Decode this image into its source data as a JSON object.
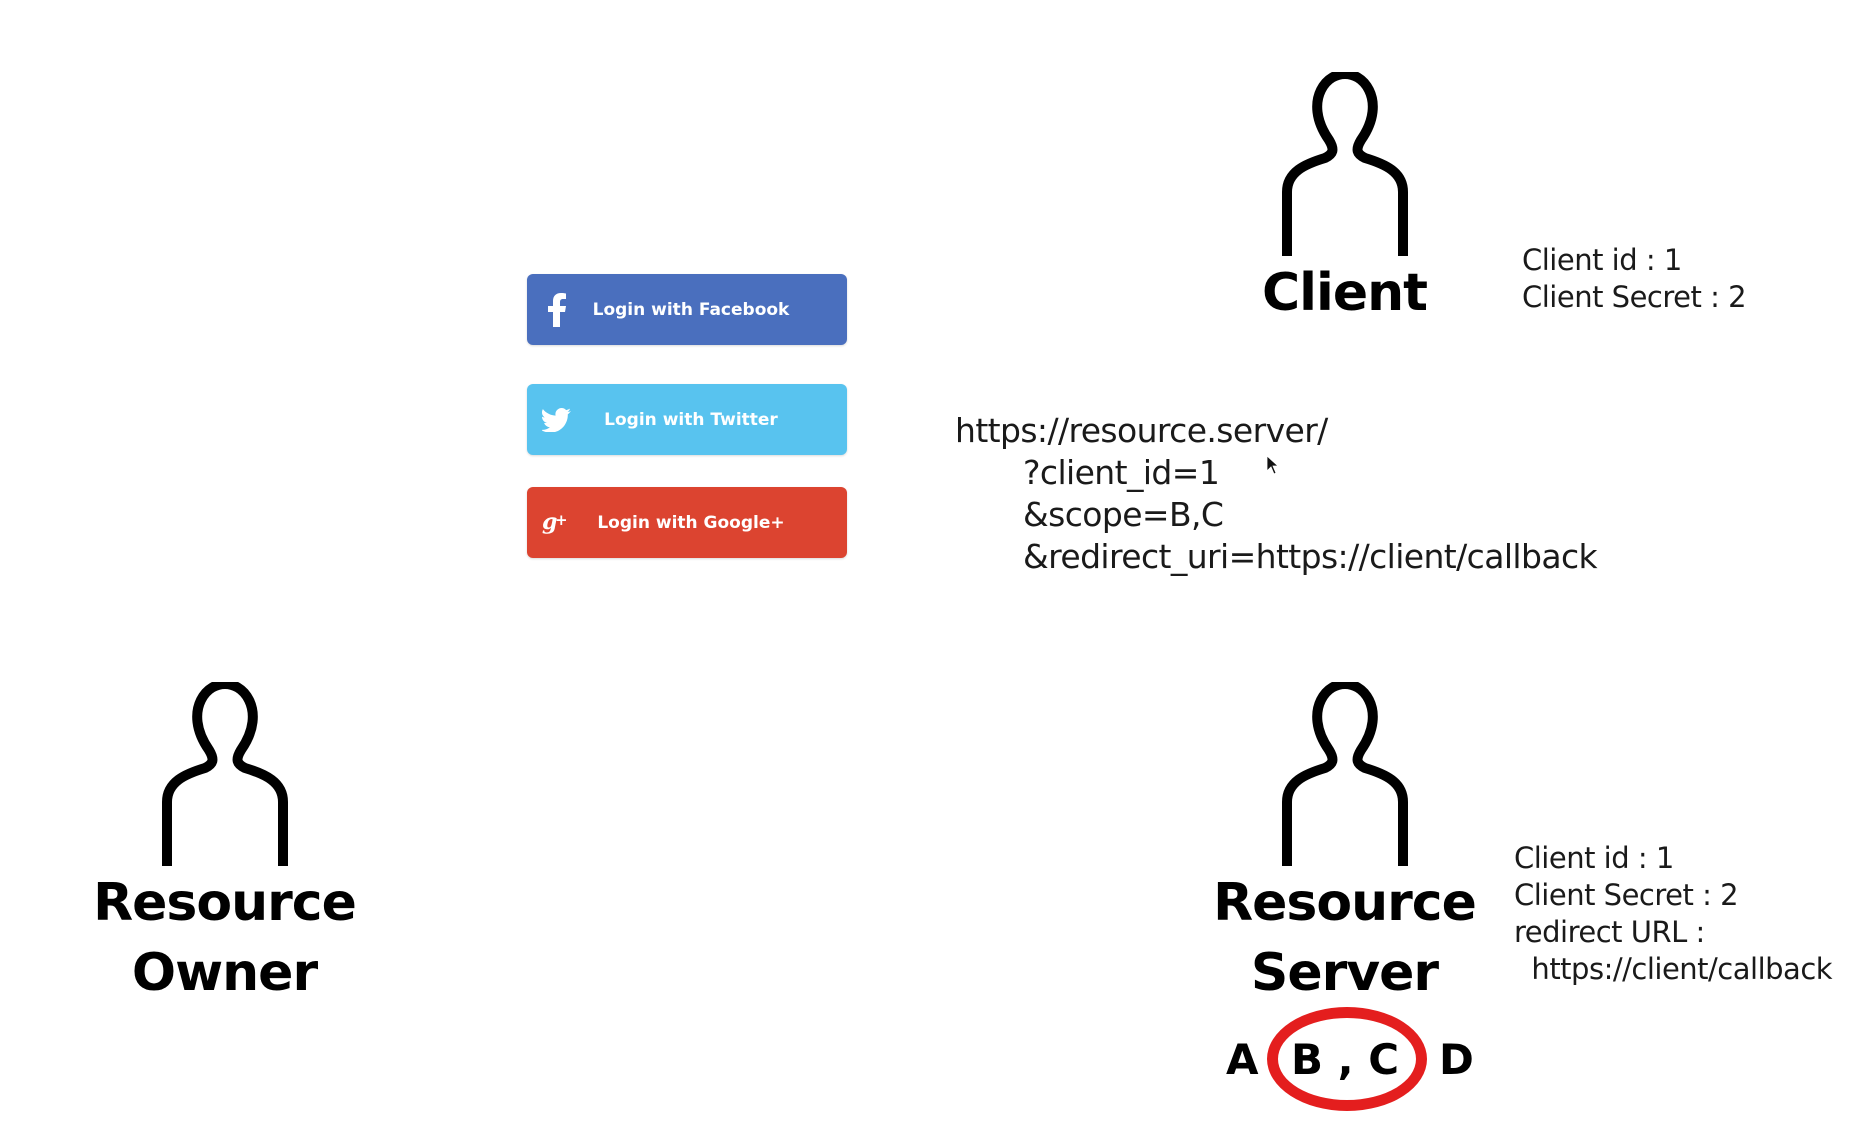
{
  "actors": {
    "client": {
      "label": "Client"
    },
    "resource_owner": {
      "label_line1": "Resource",
      "label_line2": "Owner"
    },
    "resource_server": {
      "label_line1": "Resource",
      "label_line2": "Server"
    }
  },
  "client_info": {
    "line1": "Client id : 1",
    "line2": "Client Secret : 2"
  },
  "server_info": {
    "line1": "Client id : 1",
    "line2": "Client Secret : 2",
    "line3": "redirect URL :",
    "line4": "  https://client/callback"
  },
  "login_buttons": [
    {
      "label": "Login with Facebook",
      "icon": "facebook-icon",
      "color": "#4a6fbe"
    },
    {
      "label": "Login with Twitter",
      "icon": "twitter-icon",
      "color": "#58c3ef"
    },
    {
      "label": "Login with Google+",
      "icon": "google-plus-icon",
      "color": "#dc4430"
    }
  ],
  "auth_url": {
    "line1": "https://resource.server/",
    "line2": "?client_id=1",
    "line3": "&scope=B,C",
    "line4": "&redirect_uri=https://client/callback"
  },
  "scopes": {
    "a": "A",
    "bc": "B , C",
    "d": "D",
    "highlight_color": "#e41e1e"
  }
}
